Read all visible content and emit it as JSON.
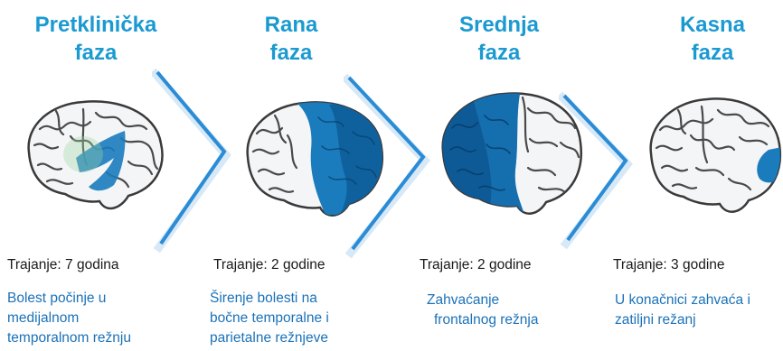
{
  "stages": [
    {
      "title1": "Pretklinička",
      "title2": "faza",
      "duration": "Trajanje: 7 godina",
      "desc": [
        "Bolest počinje u",
        "medijalnom",
        "temporalnom režnju"
      ],
      "region": "medial-temporal"
    },
    {
      "title1": "Rana",
      "title2": "faza",
      "duration": "Trajanje: 2 godine",
      "desc": [
        "Širenje bolesti na",
        "bočne temporalne i",
        "parietalne režnjeve"
      ],
      "region": "temporal-parietal"
    },
    {
      "title1": "Srednja",
      "title2": "faza",
      "duration": "Trajanje: 2 godine",
      "desc": [
        "Zahvaćanje",
        "frontalnog režnja"
      ],
      "region": "frontal"
    },
    {
      "title1": "Kasna",
      "title2": "faza",
      "duration": "Trajanje: 3 godine",
      "desc": [
        "U konačnici zahvaća i",
        "zatiljni režanj"
      ],
      "region": "occipital"
    }
  ],
  "colors": {
    "title": "#1b9ad2",
    "description": "#1b72b8",
    "affected_dark": "#0d5a96",
    "affected": "#1a7cbc",
    "arrow": "#2b8cd6"
  }
}
